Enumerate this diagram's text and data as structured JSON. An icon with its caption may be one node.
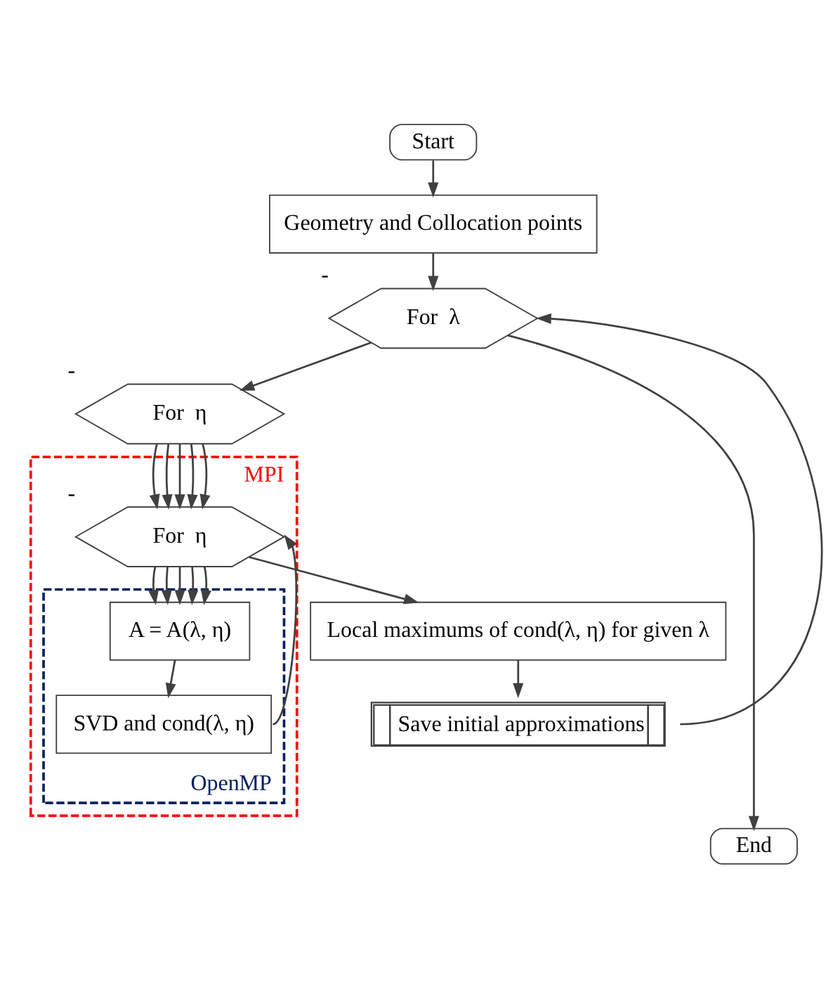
{
  "diagram": {
    "nodes": [
      {
        "text": [
          "Start"
        ]
      },
      {
        "text": [
          "Geometry and Collocation points"
        ]
      },
      {
        "text": [
          "For  λ"
        ],
        "beside": [
          "-"
        ]
      },
      {
        "text": [
          "For  η"
        ],
        "beside": [
          "-"
        ]
      },
      {
        "text": [
          "MPI"
        ]
      },
      {
        "text": [
          "For  η"
        ],
        "beside": [
          "-"
        ],
        "in": 4
      },
      {
        "text": [
          "OpenMP"
        ],
        "in": 4
      },
      {
        "text": [
          "A = A(λ, η)"
        ],
        "in": 6
      },
      {
        "text": [
          "SVD and cond(λ, η)"
        ],
        "in": 6
      },
      {
        "text": [
          "Local maximums of cond(λ, η) for given λ"
        ]
      },
      {
        "text": [
          "Save initial approximations"
        ]
      },
      {
        "text": [
          "End"
        ]
      }
    ],
    "edges": [
      {
        "from": 0,
        "to": 1,
        "arrow": "to"
      },
      {
        "from": 1,
        "to": 2,
        "arrow": "to"
      },
      {
        "from": 2,
        "to": 3,
        "arrow": "to"
      },
      {
        "from": 3,
        "to": 5,
        "arrow": "to"
      },
      {
        "from": 3,
        "to": 5,
        "arrow": "to"
      },
      {
        "from": 3,
        "to": 5,
        "arrow": "to"
      },
      {
        "from": 3,
        "to": 5,
        "arrow": "to"
      },
      {
        "from": 3,
        "to": 5,
        "arrow": "to"
      },
      {
        "from": 5,
        "to": 7,
        "arrow": "to"
      },
      {
        "from": 5,
        "to": 7,
        "arrow": "to"
      },
      {
        "from": 5,
        "to": 7,
        "arrow": "to"
      },
      {
        "from": 5,
        "to": 7,
        "arrow": "to"
      },
      {
        "from": 5,
        "to": 7,
        "arrow": "to"
      },
      {
        "from": 7,
        "to": 8,
        "arrow": "to"
      },
      {
        "from": 8,
        "to": 5,
        "arrow": "to"
      },
      {
        "from": 5,
        "to": 9,
        "arrow": "to"
      },
      {
        "from": 9,
        "to": 10,
        "arrow": "to"
      },
      {
        "from": 10,
        "to": 2,
        "arrow": "to"
      },
      {
        "from": 2,
        "to": 11,
        "arrow": "to"
      }
    ]
  }
}
